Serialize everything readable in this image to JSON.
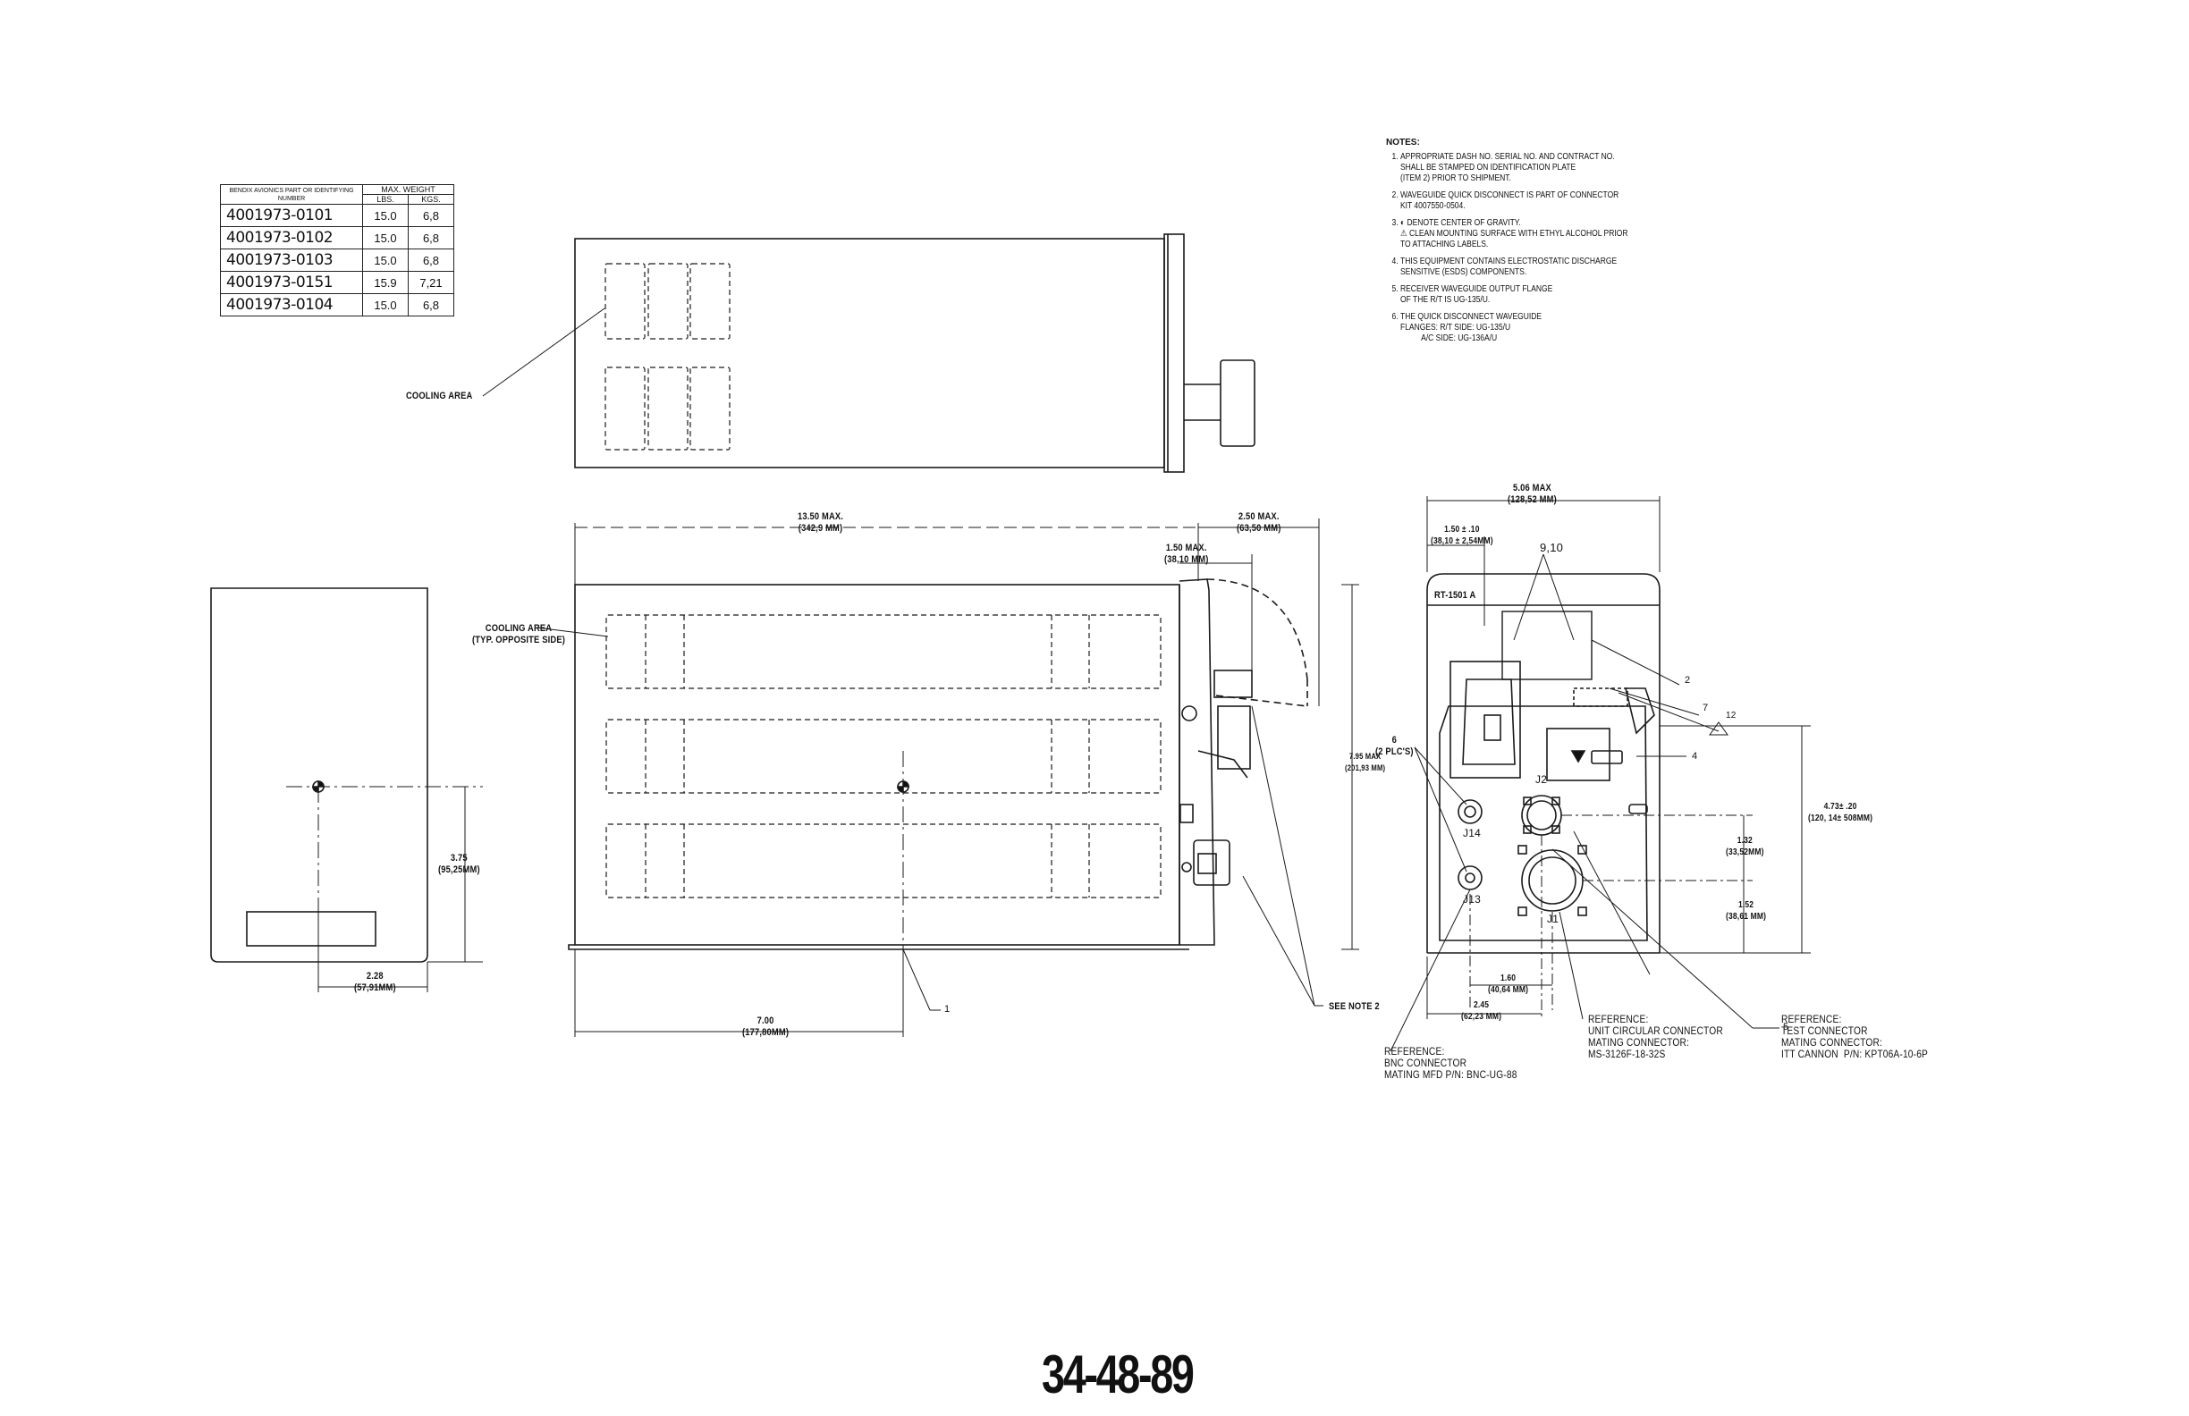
{
  "weight_table": {
    "col_part_header": "BENDIX AVIONICS PART OR IDENTIFYING NUMBER",
    "col_weight_header": "MAX. WEIGHT",
    "col_lbs": "LBS.",
    "col_kgs": "KGS.",
    "rows": [
      {
        "part": "4001973-0101",
        "lbs": "15.0",
        "kgs": "6,8"
      },
      {
        "part": "4001973-0102",
        "lbs": "15.0",
        "kgs": "6,8"
      },
      {
        "part": "4001973-0103",
        "lbs": "15.0",
        "kgs": "6,8"
      },
      {
        "part": "4001973-0151",
        "lbs": "15.9",
        "kgs": "7,21"
      },
      {
        "part": "4001973-0104",
        "lbs": "15.0",
        "kgs": "6,8"
      }
    ]
  },
  "notes": {
    "title": "NOTES:",
    "items": [
      "APPROPRIATE DASH NO. SERIAL NO. AND CONTRACT NO.\nSHALL BE STAMPED ON IDENTIFICATION PLATE\n(ITEM 2) PRIOR TO SHIPMENT.",
      "WAVEGUIDE QUICK DISCONNECT IS PART OF CONNECTOR\nKIT 4007550-0504.",
      "◐ DENOTE CENTER OF GRAVITY.\n⚠ CLEAN MOUNTING SURFACE WITH ETHYL ALCOHOL PRIOR\nTO ATTACHING LABELS.",
      "THIS EQUIPMENT CONTAINS ELECTROSTATIC DISCHARGE\nSENSITIVE (ESDS) COMPONENTS.",
      "RECEIVER WAVEGUIDE OUTPUT FLANGE\nOF THE R/T IS UG-135/U.",
      "THE QUICK DISCONNECT WAVEGUIDE\nFLANGES: R/T SIDE: UG-135/U\n          A/C SIDE: UG-136A/U"
    ]
  },
  "labels": {
    "cooling_area_top": "COOLING AREA",
    "cooling_area_side": "COOLING AREA\n(TYP. OPPOSITE SIDE)",
    "dim_overall_length": "13.50 MAX.\n(342,9 MM)",
    "dim_handle": "2.50 MAX.\n(63,50 MM)",
    "dim_knob": "1.50 MAX.\n(38,10 MM)",
    "dim_height": "7.95 MAX\n(201,93 MM)",
    "dim_cg_height": "3.75\n(95,25MM)",
    "dim_cg_side": "2.28\n(57,91MM)",
    "dim_cg_length": "7.00\n(177,80MM)",
    "see_note": "SEE NOTE 2",
    "callout_1": "1",
    "dim_front_width": "5.06 MAX\n(128,52 MM)",
    "dim_front_offset": "1.50 ± .10\n(38,10 ± 2,54MM)",
    "callout_9_10": "9,10",
    "front_model": "RT-1501 A",
    "callout_2": "2",
    "callout_7": "7",
    "callout_12": "12",
    "callout_4": "4",
    "callout_6": "6\n(2 PLC'S)",
    "callout_5": "5",
    "conn_j2": "J2",
    "conn_j14": "J14",
    "conn_j13": "J13",
    "conn_j1": "J1",
    "dim_473": "4.73± .20\n(120, 14± 508MM)",
    "dim_132": "1.32\n(33,52MM)",
    "dim_152": "1.52\n(38,61 MM)",
    "dim_160": "1.60\n(40,64 MM)",
    "dim_245": "2.45\n(62,23 MM)",
    "ref_bnc": "REFERENCE:\nBNC CONNECTOR\nMATING MFD P/N: BNC-UG-88",
    "ref_unit": "REFERENCE:\nUNIT CIRCULAR CONNECTOR\nMATING CONNECTOR:\nMS-3126F-18-32S",
    "ref_test": "REFERENCE:\nTEST CONNECTOR\nMATING CONNECTOR:\nITT CANNON  P/N: KPT06A-10-6P"
  },
  "page_number": "34-48-89"
}
